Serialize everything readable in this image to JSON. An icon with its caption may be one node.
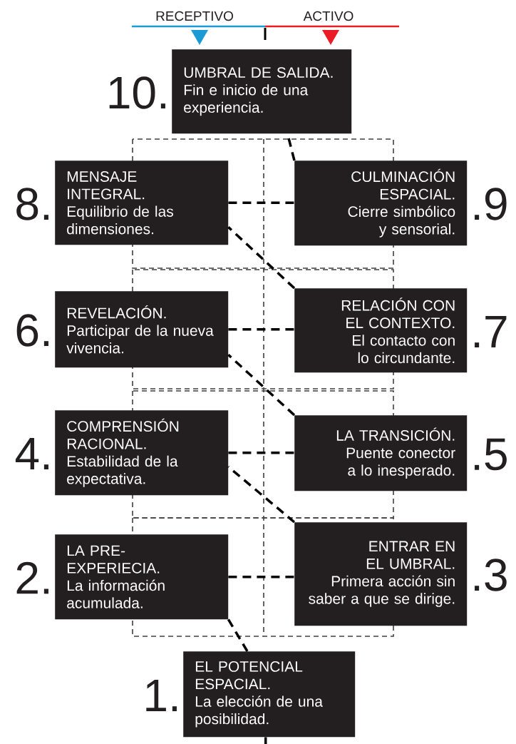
{
  "diagram": {
    "nodes": [
      {
        "text": [
          "UMBRAL DE SALIDA.",
          "Fin e inicio de una experiencia."
        ],
        "beside": [
          "10."
        ]
      },
      {
        "text": [
          "MENSAJE INTEGRAL.",
          "Equilibrio de las dimensiones."
        ],
        "beside": [
          "8."
        ]
      },
      {
        "text": [
          "CULMINACIÓN ESPACIAL.",
          "Cierre simbólico y sensorial."
        ],
        "beside": [
          ".9"
        ]
      },
      {
        "text": [
          "REVELACIÓN.",
          "Participar de la nueva vivencia."
        ],
        "beside": [
          "6."
        ]
      },
      {
        "text": [
          "RELACIÓN CON EL CONTEXTO.",
          "El contacto con lo circundante."
        ],
        "beside": [
          ".7"
        ]
      },
      {
        "text": [
          "COMPRENSIÓN RACIONAL.",
          "Estabilidad de la expectativa."
        ],
        "beside": [
          "4."
        ]
      },
      {
        "text": [
          "LA TRANSICIÓN.",
          "Puente conector a  lo inesperado."
        ],
        "beside": [
          ".5"
        ]
      },
      {
        "text": [
          "LA PRE- EXPERIECIA.",
          "La información acumulada."
        ],
        "beside": [
          "2."
        ]
      },
      {
        "text": [
          "ENTRAR EN EL UMBRAL.",
          "Primera acción sin saber a que se dirige."
        ],
        "beside": [
          ".3"
        ]
      },
      {
        "text": [
          "EL POTENCIAL ESPACIAL.",
          "La elección de una posibilidad."
        ],
        "beside": [
          "1."
        ]
      }
    ],
    "edges": [
      {
        "from": 9,
        "to": 7,
        "arrow": "none",
        "style": "dashed"
      },
      {
        "from": 7,
        "to": 8,
        "arrow": "none",
        "style": "dashed"
      },
      {
        "from": 8,
        "to": 5,
        "arrow": "none",
        "style": "dashed"
      },
      {
        "from": 5,
        "to": 6,
        "arrow": "none",
        "style": "dashed"
      },
      {
        "from": 6,
        "to": 3,
        "arrow": "none",
        "style": "dashed"
      },
      {
        "from": 3,
        "to": 4,
        "arrow": "none",
        "style": "dashed"
      },
      {
        "from": 4,
        "to": 1,
        "arrow": "none",
        "style": "dashed"
      },
      {
        "from": 1,
        "to": 2,
        "arrow": "none",
        "style": "dashed"
      },
      {
        "from": 2,
        "to": 0,
        "arrow": "none",
        "style": "dashed"
      },
      {
        "from": null,
        "to": 9,
        "arrow": "none"
      }
    ],
    "legend": [
      {
        "text": "RECEPTIVO",
        "color": "#1b9ad6"
      },
      {
        "text": "ACTIVO",
        "color": "#ec1c24"
      }
    ]
  }
}
